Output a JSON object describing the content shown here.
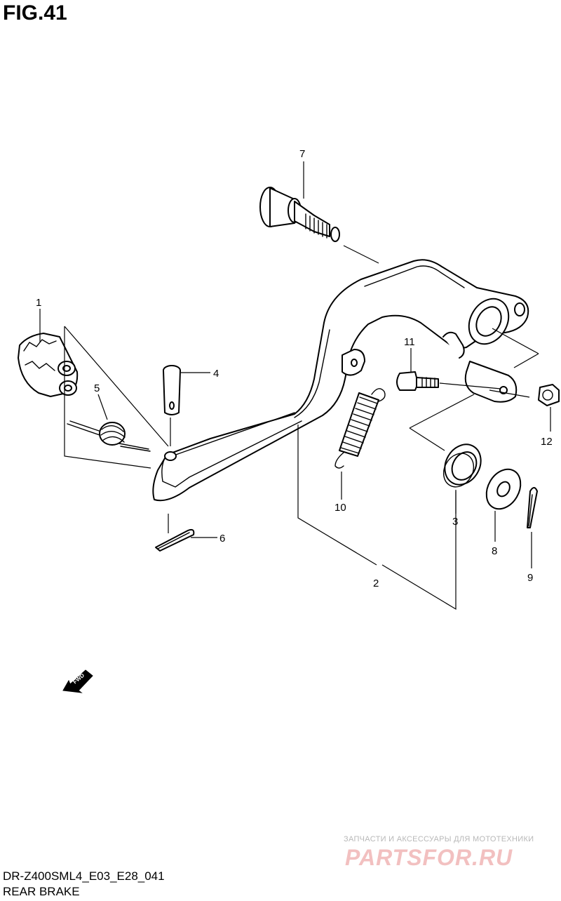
{
  "figure": {
    "title": "FIG.41"
  },
  "footer": {
    "model_code": "DR-Z400SML4_E03_E28_041",
    "section_name": "REAR BRAKE"
  },
  "watermark": {
    "tagline": "ЗАПЧАСТИ И АКСЕССУАРЫ ДЛЯ МОТОТЕХНИКИ",
    "brand": "PARTSFOR.RU"
  },
  "fwd_arrow": {
    "label": "FWD"
  },
  "callouts": {
    "c1": "1",
    "c2": "2",
    "c3": "3",
    "c4": "4",
    "c5": "5",
    "c6": "6",
    "c7": "7",
    "c8": "8",
    "c9": "9",
    "c10": "10",
    "c11": "11",
    "c12": "12"
  }
}
